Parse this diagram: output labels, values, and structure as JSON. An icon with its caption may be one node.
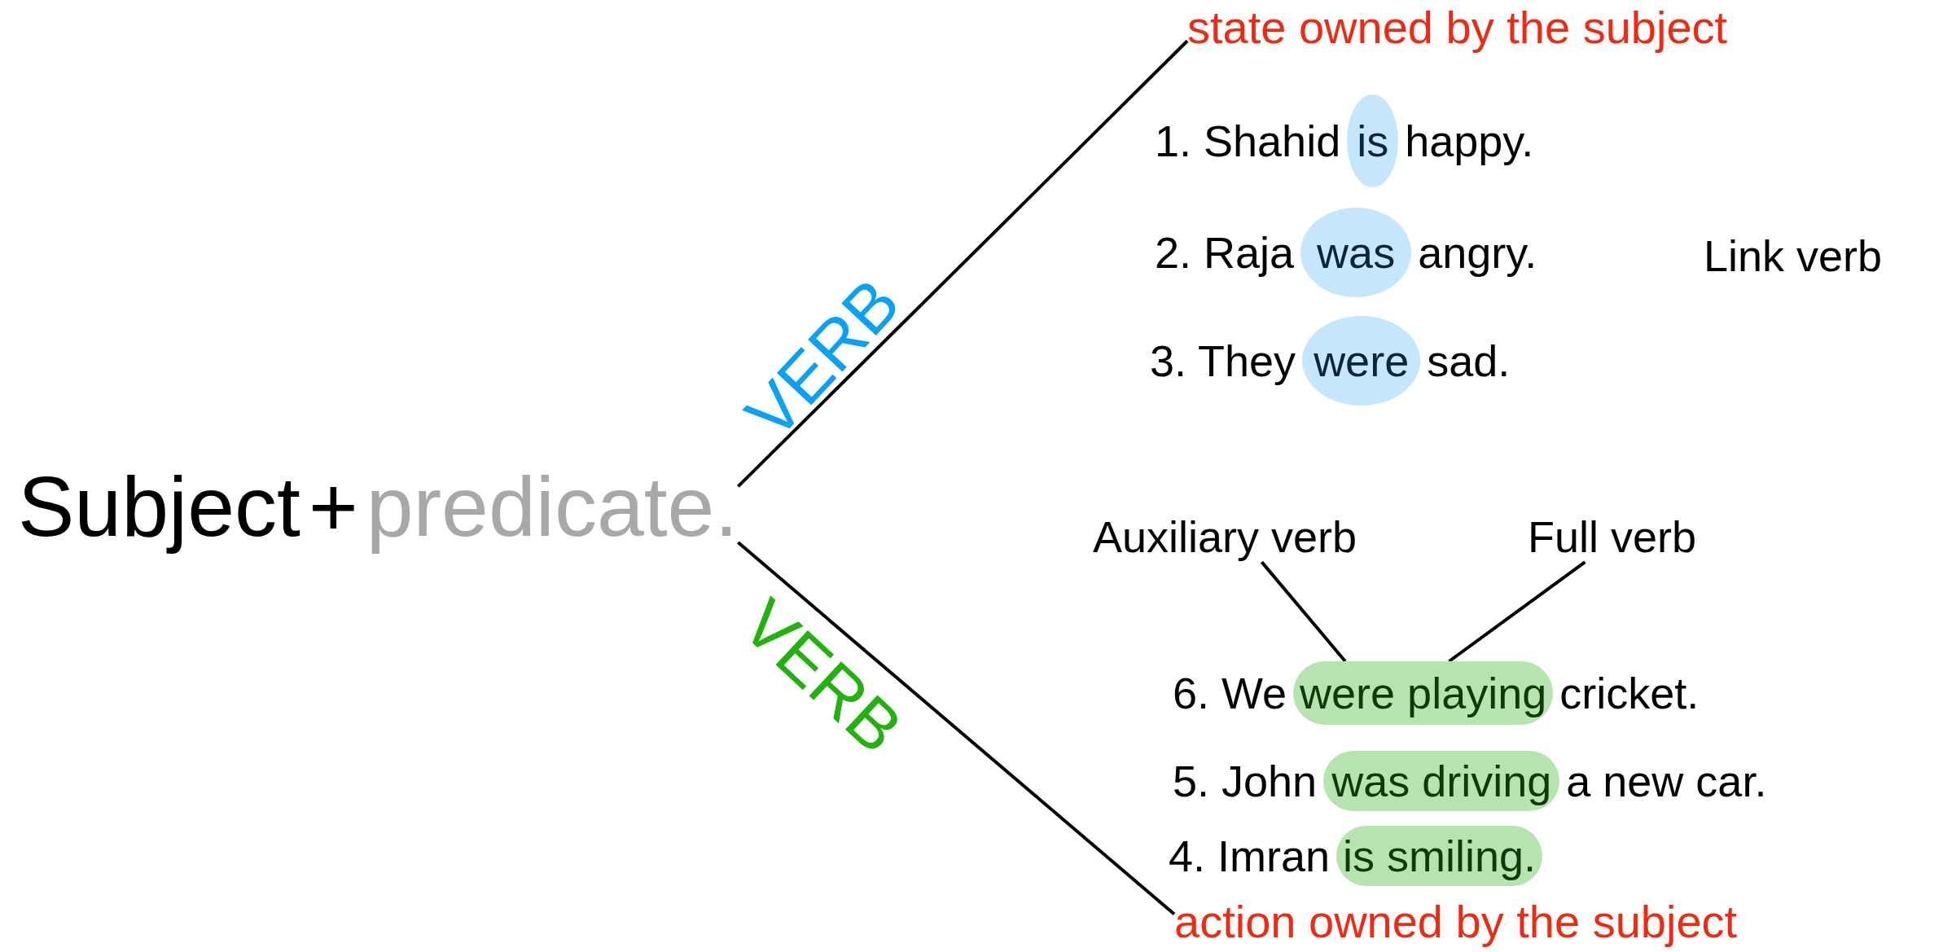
{
  "diagram": {
    "nodes": [
      {
        "text": [
          "Subject",
          "+",
          "predicate."
        ]
      },
      {
        "text": [
          "state owned by the subject"
        ]
      },
      {
        "text": [
          "1. Shahid",
          "happy."
        ]
      },
      {
        "text": [
          "is"
        ],
        "in": 2
      },
      {
        "text": [
          "2. Raja",
          "angry."
        ]
      },
      {
        "text": [
          "was"
        ],
        "in": 4
      },
      {
        "text": [
          "3. They",
          "sad."
        ]
      },
      {
        "text": [
          "were"
        ],
        "in": 6
      },
      {
        "text": [
          "Link verb"
        ]
      },
      {
        "text": [
          "Auxiliary verb"
        ]
      },
      {
        "text": [
          "Full verb"
        ]
      },
      {
        "text": [
          "6. We",
          "cricket."
        ]
      },
      {
        "text": [
          "were playing"
        ],
        "in": 11
      },
      {
        "text": [
          "5. John",
          "a new car."
        ]
      },
      {
        "text": [
          "was driving"
        ],
        "in": 13
      },
      {
        "text": [
          "4. Imran"
        ]
      },
      {
        "text": [
          "is smiling."
        ],
        "in": 15
      },
      {
        "text": [
          "action owned by the subject"
        ]
      }
    ],
    "edges": [
      {
        "from": 0,
        "to": 1,
        "arrow": "none",
        "label": "VERB"
      },
      {
        "from": 0,
        "to": 17,
        "arrow": "none",
        "label": "VERB"
      },
      {
        "from": 9,
        "to": 12,
        "arrow": "none"
      },
      {
        "from": 10,
        "to": 12,
        "arrow": "none"
      }
    ]
  }
}
